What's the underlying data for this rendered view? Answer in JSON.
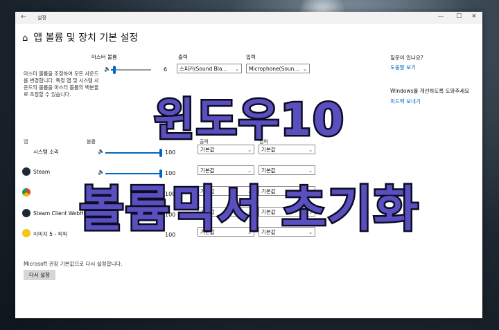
{
  "window": {
    "title": "설정"
  },
  "controls": {
    "back": "←",
    "minimize": "—",
    "maximize": "☐",
    "close": "✕"
  },
  "heading": {
    "home_icon": "⌂",
    "text": "앱 볼륨 및 장치 기본 설정"
  },
  "master": {
    "description": "마스터 볼륨을 조정하여 모든 사운드를 변경합니다. 특정 앱 및 시스템 사운드의 볼륨을 마스터 볼륨의 백분율로 조정할 수 있습니다.",
    "label": "마스터 볼륨",
    "value": "6",
    "level": 0.06
  },
  "output": {
    "label": "출력",
    "selected": "스피커(Sound Bla..."
  },
  "input": {
    "label": "입력",
    "selected": "Microphone(Soun..."
  },
  "help": {
    "question": "질문이 있나요?",
    "help_link": "도움말 보기",
    "improve": "Windows를 개선하도록 도와주세요",
    "feedback_link": "피드백 보내기"
  },
  "table": {
    "app_header": "앱",
    "volume_header": "볼륨",
    "output_header": "출력",
    "input_header": "입력"
  },
  "apps": [
    {
      "name": "시스템 소리",
      "volume": "100",
      "level": 1.0,
      "output": "기본값",
      "input": "기본값",
      "icon": "none"
    },
    {
      "name": "Steam",
      "volume": "100",
      "level": 1.0,
      "output": "기본값",
      "input": "기본값",
      "icon": "steam-icon"
    },
    {
      "name": "",
      "volume": "100",
      "level": 1.0,
      "output": "기본값",
      "input": "기본값",
      "icon": "chrome-icon"
    },
    {
      "name": "Steam Client WebHelper",
      "volume": "100",
      "level": 1.0,
      "output": "기본값",
      "input": "기본값",
      "icon": "steam-icon"
    },
    {
      "name": "이미지 5 - 픽픽",
      "volume": "100",
      "level": 1.0,
      "output": "기본값",
      "input": "기본값",
      "icon": "picpick-icon"
    }
  ],
  "reset": {
    "text": "Microsoft 권장 기본값으로 다시 설정합니다.",
    "button": "다시 설정"
  },
  "overlay": {
    "line1": "윈도우10",
    "line2": "볼륨믹서 초기화"
  },
  "colors": {
    "accent": "#0067c0",
    "overlay_fill": "#5a4fbf",
    "overlay_stroke": "#0b0b22"
  }
}
